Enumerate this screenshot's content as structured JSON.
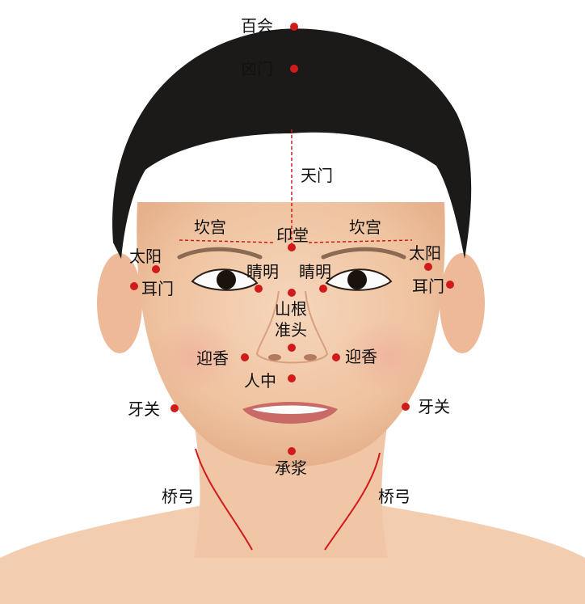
{
  "colors": {
    "point": "#d11a1a",
    "guide_line": "#d11a1a",
    "skin": "#f2c9a8",
    "hair": "#1c1a18"
  },
  "points": {
    "baihui": "百会",
    "xinmen": "囟门",
    "tianmen": "天门",
    "kangong_left": "坎宫",
    "kangong_right": "坎宫",
    "yintang": "印堂",
    "taiyang_left": "太阳",
    "taiyang_right": "太阳",
    "jingming_left": "睛明",
    "jingming_right": "睛明",
    "ermen_left": "耳门",
    "ermen_right": "耳门",
    "shangen": "山根",
    "zhuntou": "准头",
    "yingxiang_left": "迎香",
    "yingxiang_right": "迎香",
    "renzhong": "人中",
    "yaguan_left": "牙关",
    "yaguan_right": "牙关",
    "chengjiang": "承浆",
    "qiaogong_left": "桥弓",
    "qiaogong_right": "桥弓"
  }
}
